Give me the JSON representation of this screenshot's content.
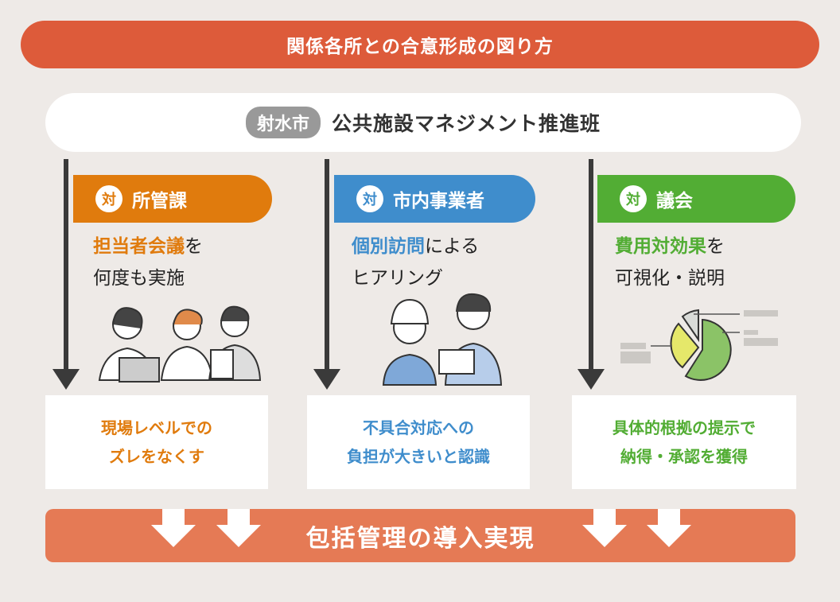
{
  "title": "関係各所との合意形成の図り方",
  "team": {
    "badge": "射水市",
    "name": "公共施設マネジメント推進班"
  },
  "colors": {
    "title_bg": "#dd5b3a",
    "orange": "#e07b0d",
    "blue": "#3f8dcc",
    "green": "#52ad34",
    "final_bg": "#e57a55",
    "bg": "#eeeae7"
  },
  "columns": [
    {
      "tai": "対",
      "label": "所管課",
      "desc_highlight": "担当者会議",
      "desc_rest": "を",
      "desc_line2": "何度も実施",
      "illustration": "meeting-people-illustration",
      "result_line1": "現場レベルでの",
      "result_line2": "ズレをなくす"
    },
    {
      "tai": "対",
      "label": "市内事業者",
      "desc_highlight": "個別訪問",
      "desc_rest": "による",
      "desc_line2": "ヒアリング",
      "illustration": "worker-interview-illustration",
      "result_line1": "不具合対応への",
      "result_line2": "負担が大きいと認識"
    },
    {
      "tai": "対",
      "label": "議会",
      "desc_highlight": "費用対効果",
      "desc_rest": "を",
      "desc_line2": "可視化・説明",
      "illustration": "pie-chart-illustration",
      "result_line1": "具体的根拠の提示で",
      "result_line2": "納得・承認を獲得"
    }
  ],
  "final": "包括管理の導入実現"
}
